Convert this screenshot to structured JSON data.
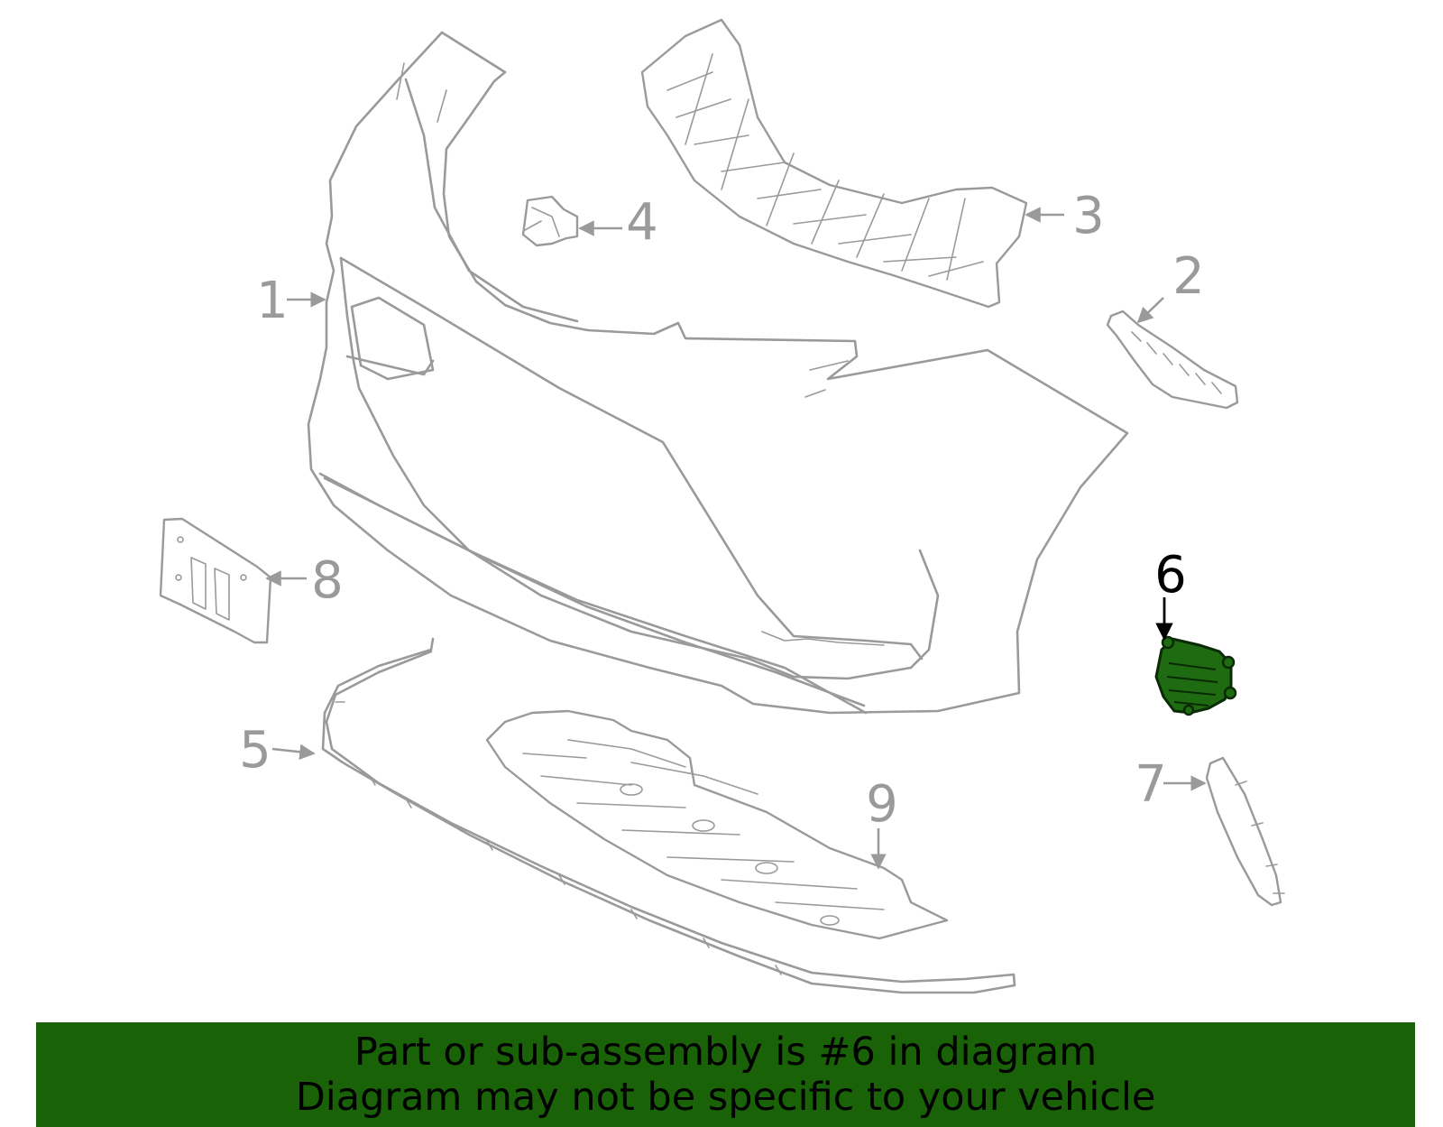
{
  "colors": {
    "part_stroke": "#9a9a9a",
    "label_gray": "#9a9a9a",
    "highlight_label": "#000000",
    "highlight_fill": "#1f6b12",
    "banner_bg": "#1a6208",
    "banner_text": "#000000"
  },
  "callouts": [
    {
      "number": "1",
      "part": "bumper-cover",
      "highlighted": false
    },
    {
      "number": "2",
      "part": "side-bracket",
      "highlighted": false
    },
    {
      "number": "3",
      "part": "grille-reinforcement",
      "highlighted": false
    },
    {
      "number": "4",
      "part": "clip",
      "highlighted": false
    },
    {
      "number": "5",
      "part": "lower-spoiler",
      "highlighted": false
    },
    {
      "number": "6",
      "part": "fog-lamp",
      "highlighted": true
    },
    {
      "number": "7",
      "part": "side-molding",
      "highlighted": false
    },
    {
      "number": "8",
      "part": "license-plate-bracket",
      "highlighted": false
    },
    {
      "number": "9",
      "part": "under-cover",
      "highlighted": false
    }
  ],
  "banner": {
    "line1": "Part or sub-assembly is #6 in diagram",
    "line2": "Diagram may not be specific to your vehicle"
  }
}
